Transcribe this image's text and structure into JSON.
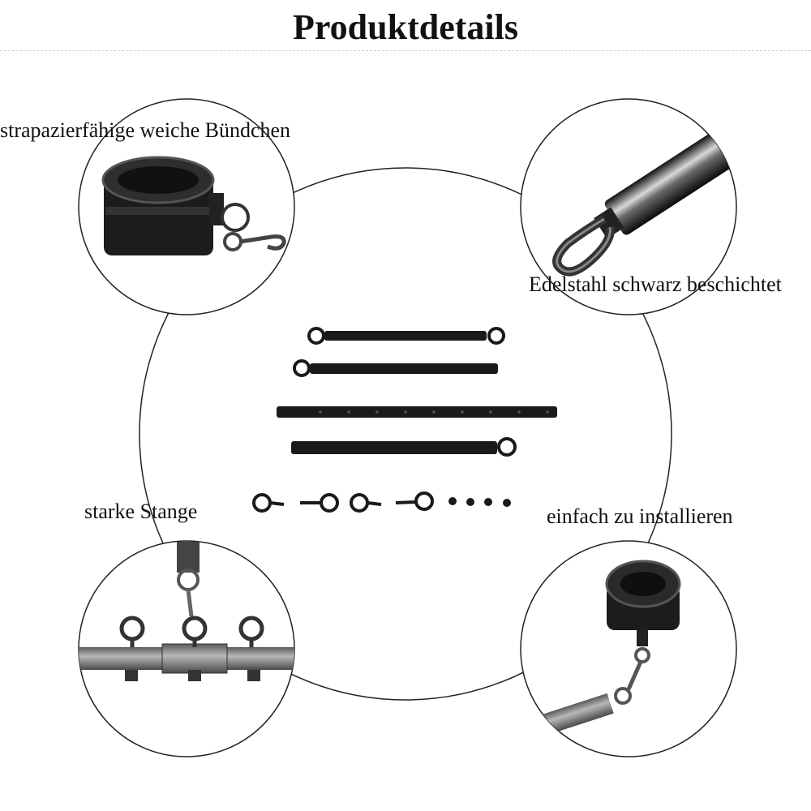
{
  "title": "Produktdetails",
  "features": {
    "cuffs": "strapazierfähige weiche Bündchen",
    "steel": "Edelstahl schwarz beschichtet",
    "bar": "starke Stange",
    "install": "einfach zu installieren"
  },
  "colors": {
    "metal_dark": "#1a1a1a",
    "metal_gray": "#7a7a7a",
    "padding": "#2b2b2b",
    "circle_line": "#222222"
  }
}
